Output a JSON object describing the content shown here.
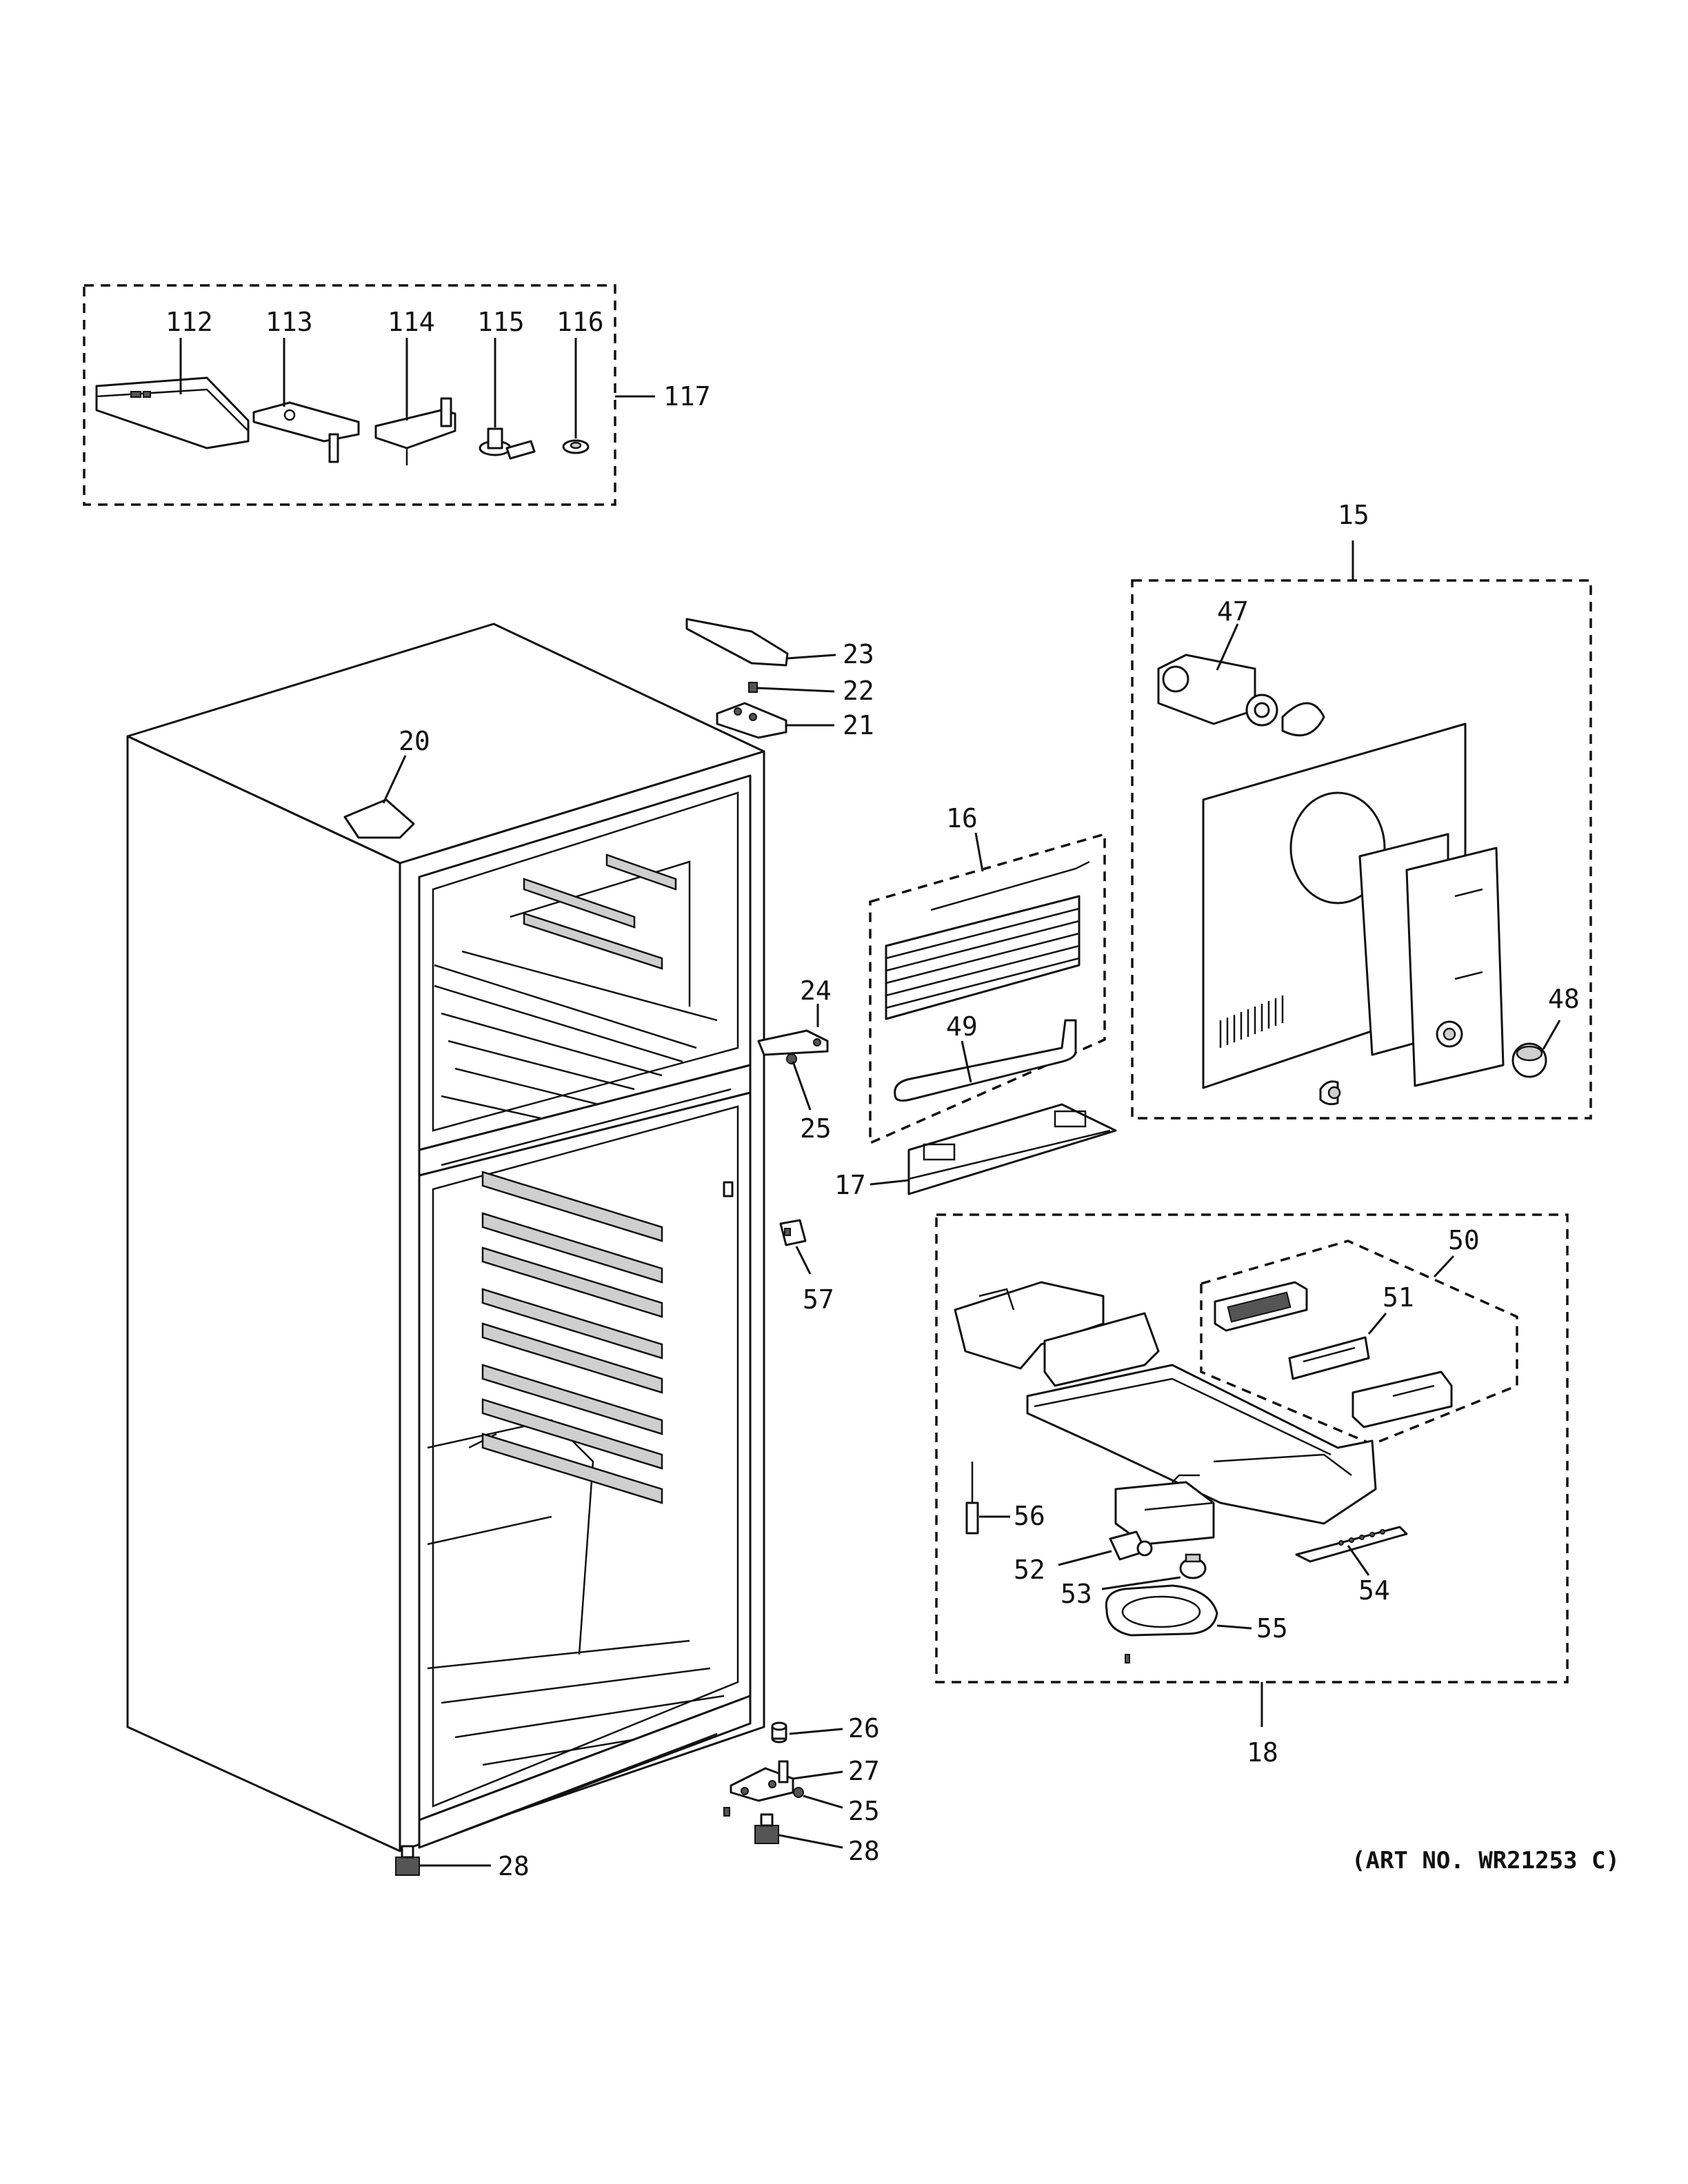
{
  "callouts": {
    "c112": "112",
    "c113": "113",
    "c114": "114",
    "c115": "115",
    "c116": "116",
    "c117": "117",
    "c15": "15",
    "c47": "47",
    "c48": "48",
    "c16": "16",
    "c49": "49",
    "c17": "17",
    "c20": "20",
    "c21": "21",
    "c22": "22",
    "c23": "23",
    "c24": "24",
    "c25a": "25",
    "c25b": "25",
    "c26": "26",
    "c27": "27",
    "c28a": "28",
    "c28b": "28",
    "c57": "57",
    "c18": "18",
    "c50": "50",
    "c51": "51",
    "c52": "52",
    "c53": "53",
    "c54": "54",
    "c55": "55",
    "c56": "56"
  },
  "art_number": "(ART NO. WR21253 C)"
}
